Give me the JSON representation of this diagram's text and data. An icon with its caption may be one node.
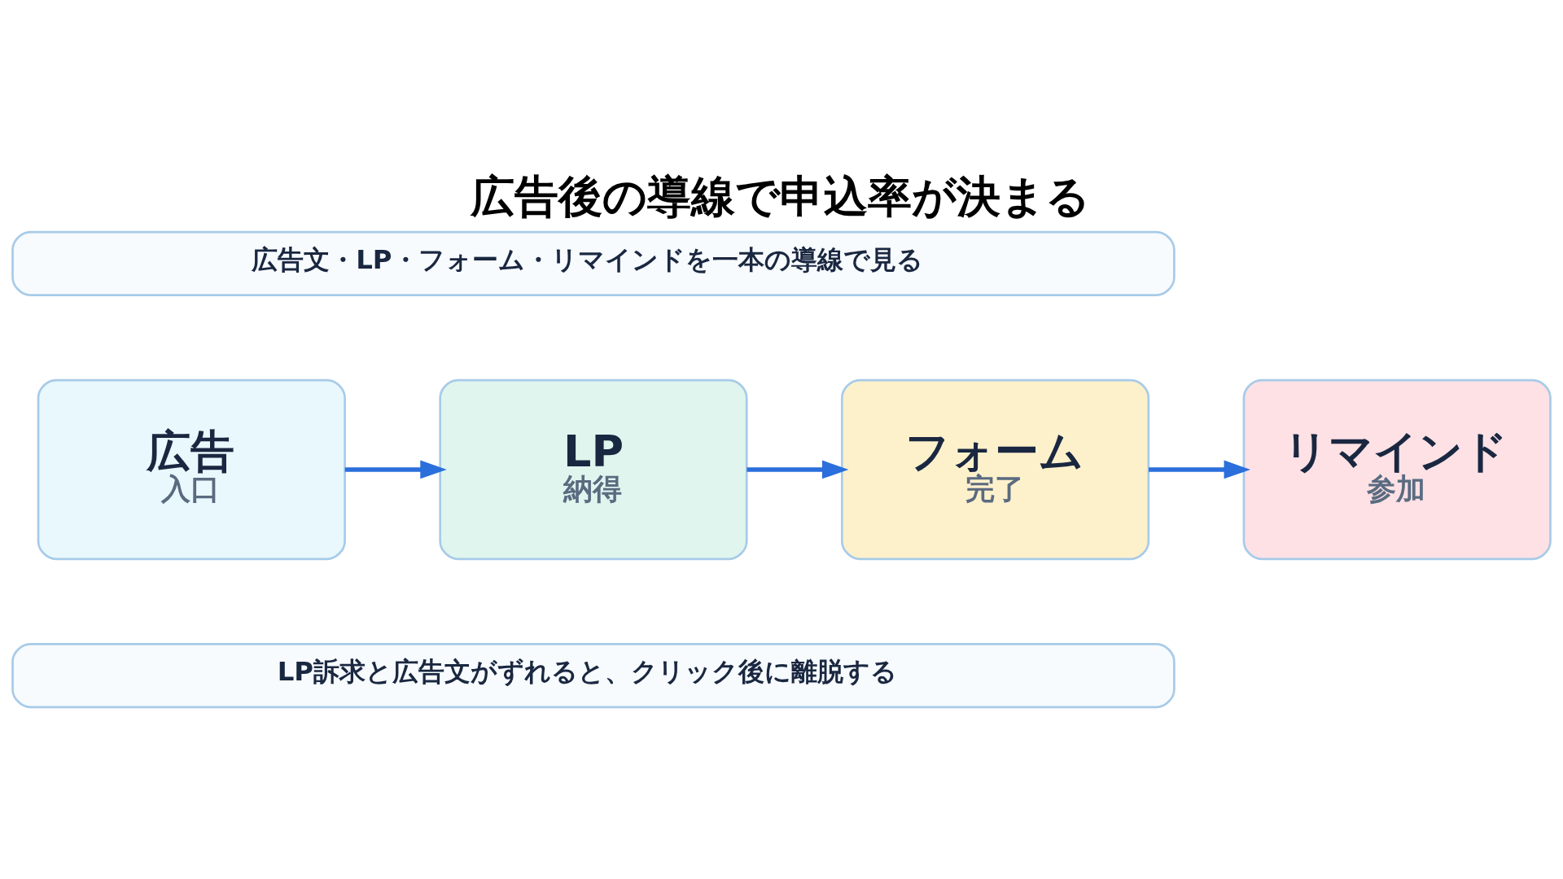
{
  "diagram": {
    "title": "広告後の導線で申込率が決まる",
    "nodes": [
      {
        "text": [
          "広告文・LP・フォーム・リマインドを一本の導線で見る"
        ]
      },
      {
        "text": [
          "広告",
          "入口"
        ]
      },
      {
        "text": [
          "LP",
          "納得"
        ]
      },
      {
        "text": [
          "フォーム",
          "完了"
        ]
      },
      {
        "text": [
          "リマインド",
          "参加"
        ]
      },
      {
        "text": [
          "LP訴求と広告文がずれると、クリック後に離脱する"
        ]
      }
    ],
    "edges": [
      {
        "from": 1,
        "to": 2,
        "arrow": "to"
      },
      {
        "from": 2,
        "to": 3,
        "arrow": "to"
      },
      {
        "from": 3,
        "to": 4,
        "arrow": "to"
      }
    ]
  }
}
